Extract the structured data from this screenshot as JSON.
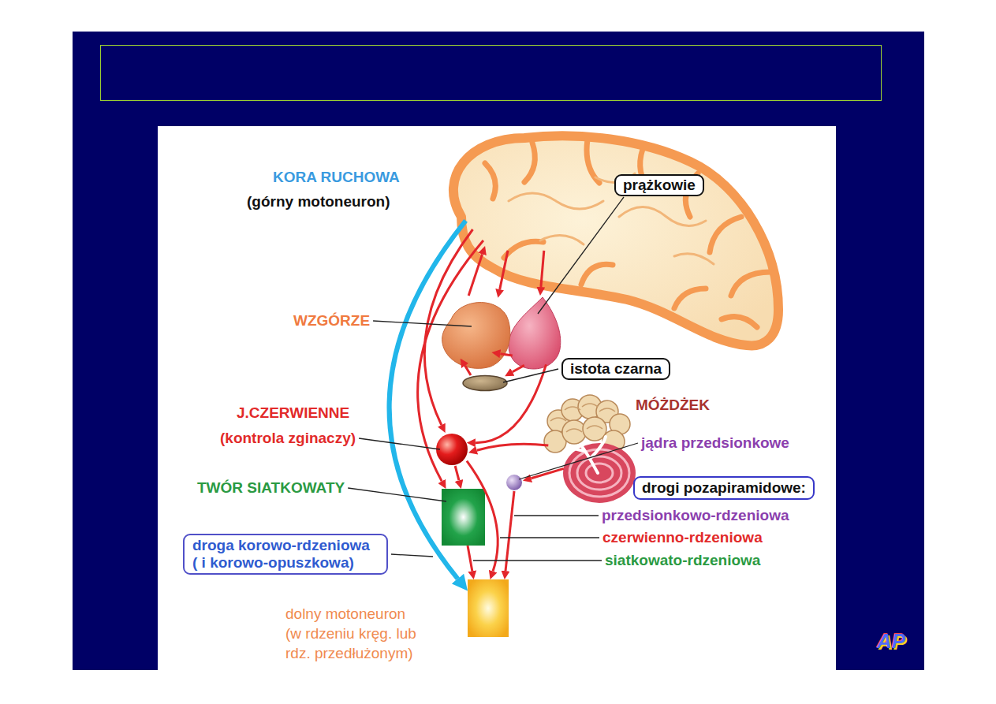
{
  "diagram": {
    "nodes": [
      {
        "text": [
          "KORA RUCHOWA",
          "(górny motoneuron)"
        ]
      },
      {
        "text": [
          "prążkowie"
        ]
      },
      {
        "text": [
          "WZGÓRZE"
        ]
      },
      {
        "text": [
          "istota czarna"
        ]
      },
      {
        "text": [
          "MÓŻDŻEK"
        ]
      },
      {
        "text": [
          "J.CZERWIENNE",
          "(kontrola zginaczy)"
        ]
      },
      {
        "text": [
          "jądra przedsionkowe"
        ]
      },
      {
        "text": [
          "TWÓR SIATKOWATY"
        ]
      },
      {
        "text": [
          "dolny motoneuron (w rdzeniu kręg. lub rdz. przedłużonym)"
        ]
      },
      {
        "text": [
          "drogi pozapiramidowe:"
        ]
      }
    ],
    "edges": [
      {
        "from": 0,
        "to": 8,
        "arrow": "to",
        "label": "droga korowo-rdzeniowa ( i korowo-opuszkowa)"
      },
      {
        "from": 0,
        "to": 5,
        "arrow": "to"
      },
      {
        "from": 0,
        "to": 7,
        "arrow": "to"
      },
      {
        "from": 2,
        "to": 0,
        "arrow": "to"
      },
      {
        "from": 0,
        "to": 2,
        "arrow": "to"
      },
      {
        "from": 0,
        "to": 1,
        "arrow": "to"
      },
      {
        "from": 1,
        "to": 2,
        "arrow": "to"
      },
      {
        "from": 1,
        "to": 3,
        "arrow": "to"
      },
      {
        "from": 3,
        "to": 2,
        "arrow": "to"
      },
      {
        "from": 1,
        "to": 5,
        "arrow": "to"
      },
      {
        "from": 4,
        "to": 5,
        "arrow": "to"
      },
      {
        "from": 4,
        "to": 6,
        "arrow": "to"
      },
      {
        "from": 5,
        "to": 7,
        "arrow": "to"
      },
      {
        "from": 5,
        "to": 8,
        "arrow": "to",
        "label": "czerwienno-rdzeniowa"
      },
      {
        "from": 6,
        "to": 8,
        "arrow": "to",
        "label": "przedsionkowo-rdzeniowa"
      },
      {
        "from": 7,
        "to": 8,
        "arrow": "to",
        "label": "siatkowato-rdzeniowa"
      }
    ],
    "labels": [
      "AP"
    ]
  }
}
